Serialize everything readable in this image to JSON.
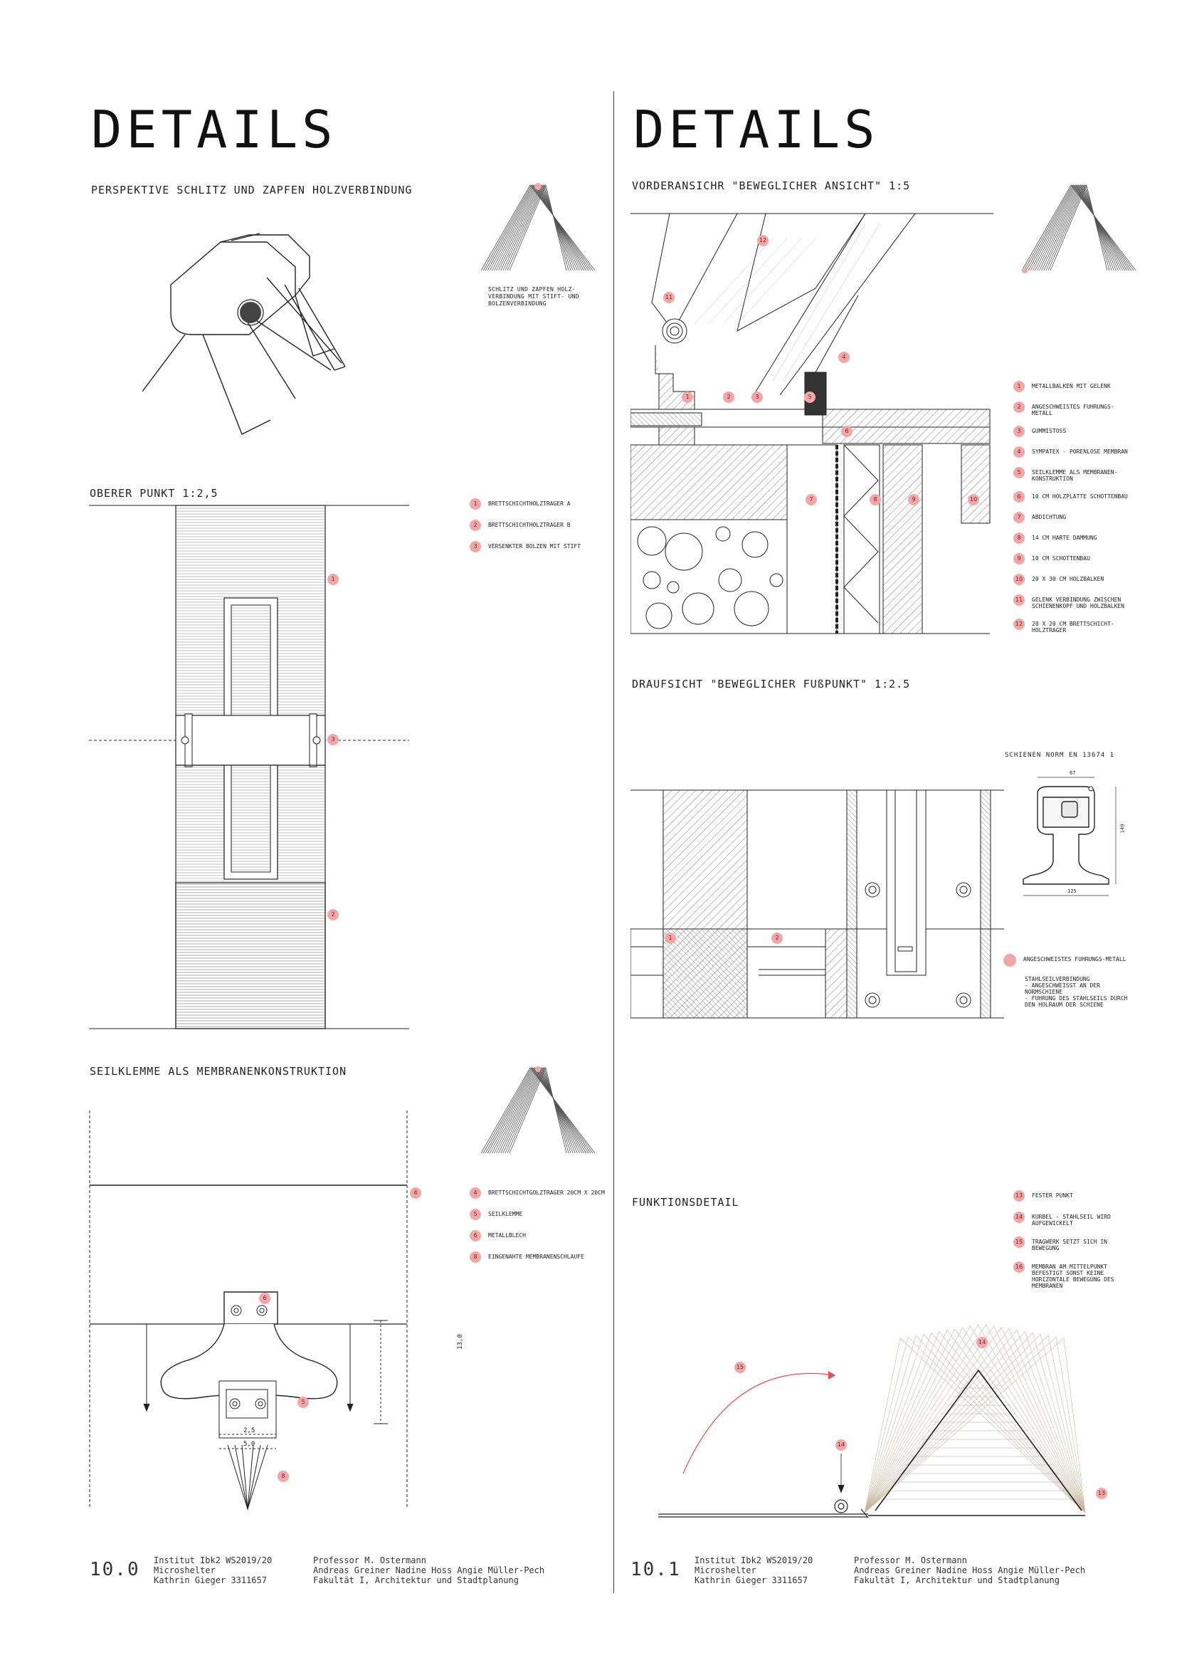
{
  "left": {
    "title": "DETAILS",
    "sec1": "PERSPEKTIVE SCHLITZ UND ZAPFEN HOLZVERBINDUNG",
    "caption1": "SCHLITZ UND ZAPFEN HOLZ-VERBINDUNG MIT STIFT- UND BOLZENVERBINDUNG",
    "sec2": "OBERER PUNKT 1:2,5",
    "legend2": [
      {
        "n": "1",
        "t": "BRETTSCHICHTHOLZTRAGER A"
      },
      {
        "n": "2",
        "t": "BRETTSCHICHTHOLZTRAGER B"
      },
      {
        "n": "3",
        "t": "VERSENKTER BOLZEN MIT STIFT"
      }
    ],
    "sec3": "SEILKLEMME ALS MEMBRANENKONSTRUKTION",
    "legend3": [
      {
        "n": "4",
        "t": "BRETTSCHICHTGOLZTRAGER 20CM x 20CM"
      },
      {
        "n": "5",
        "t": "SEILKLEMME"
      },
      {
        "n": "6",
        "t": "METALLBLECH"
      },
      {
        "n": "8",
        "t": "EINGENAHTE MEMBRANENSCHLAUFE"
      }
    ],
    "dims": {
      "d1": "13,0",
      "d2": "2,5",
      "d3": "5,0"
    },
    "footer": {
      "num": "10.0",
      "col1": "Institut Ibk2 WS2019/20\nMicroshelter\nKathrin Gieger 3311657",
      "col2": "Professor M. Ostermann\nAndreas Greiner Nadine Hoss Angie Müller-Pech\nFakultät I, Architektur und Stadtplanung"
    }
  },
  "right": {
    "title": "DETAILS",
    "sec1": "VORDERANSICHR \"BEWEGLICHER ANSICHT\" 1:5",
    "legend1": [
      {
        "n": "1",
        "t": "METALLBALKEN MIT GELENK"
      },
      {
        "n": "2",
        "t": "ANGESCHWEISTES FUHRUNGS-METALL"
      },
      {
        "n": "3",
        "t": "GUMMISTOß"
      },
      {
        "n": "4",
        "t": "SYMPATEX - PORENLOSE MEMBRAN"
      },
      {
        "n": "5",
        "t": "SEILKLEMME ALS MEMBRANEN-KONSTRUKTION"
      },
      {
        "n": "6",
        "t": "10 CM HOLZPLATTE SCHOTTENBAU"
      },
      {
        "n": "7",
        "t": "ABDICHTUNG"
      },
      {
        "n": "8",
        "t": "14 CM HARTE DAMMUNG"
      },
      {
        "n": "9",
        "t": "10 CM SCHOTTENBAU"
      },
      {
        "n": "10",
        "t": "20 x 30 CM HOLZBALKEN"
      },
      {
        "n": "11",
        "t": "GELENK VERBINDUNG ZWISCHEN SCHIENENKOPF UND HOLZBALKEN"
      },
      {
        "n": "12",
        "t": "20 x 20 CM BRETTSCHICHT-HOLZTRAGER"
      }
    ],
    "sec2": "DRAUFSICHT \"BEWEGLICHER FUßPUNKT\" 1:2.5",
    "rail_title": "SCHIENEN NORM EN 13674 1",
    "rail_dims": {
      "w_top": "67",
      "h": "149",
      "w_base": "125"
    },
    "legend2_title": "ANGESCHWEISTES FUHRUNGS-METALL",
    "legend2_text": "STAHLSEILVERBINDUNG\n- ANGESCHWEIßT AN DER NORMSCHIENE\n- FUHRUNG DES STAHLSEILS DURCH DEN HOLRAUM DER SCHIENE",
    "sec3": "FUNKTIONSDETAIL",
    "legend3": [
      {
        "n": "13",
        "t": "FESTER PUNKT"
      },
      {
        "n": "14",
        "t": "KURBEL - STAHLSEIL WIRD AUFGEWICKELT"
      },
      {
        "n": "15",
        "t": "TRAGWERK SETZT SICH IN BEWEGUNG"
      },
      {
        "n": "16",
        "t": "MEMBRAN AM MITTELPUNKT BEFESTIGT SONST KEINE HORIZONTALE BEWEGUNG DES MEMBRANEN"
      }
    ],
    "footer": {
      "num": "10.1",
      "col1": "Institut Ibk2 WS2019/20\nMicroshelter\nKathrin Gieger 3311657",
      "col2": "Professor M. Ostermann\nAndreas Greiner Nadine Hoss Angie Müller-Pech\nFakultät I, Architektur und Stadtplanung"
    }
  },
  "colors": {
    "accent": "#f2a6a6",
    "ink": "#1a1a1a",
    "arrow": "#e05050"
  }
}
